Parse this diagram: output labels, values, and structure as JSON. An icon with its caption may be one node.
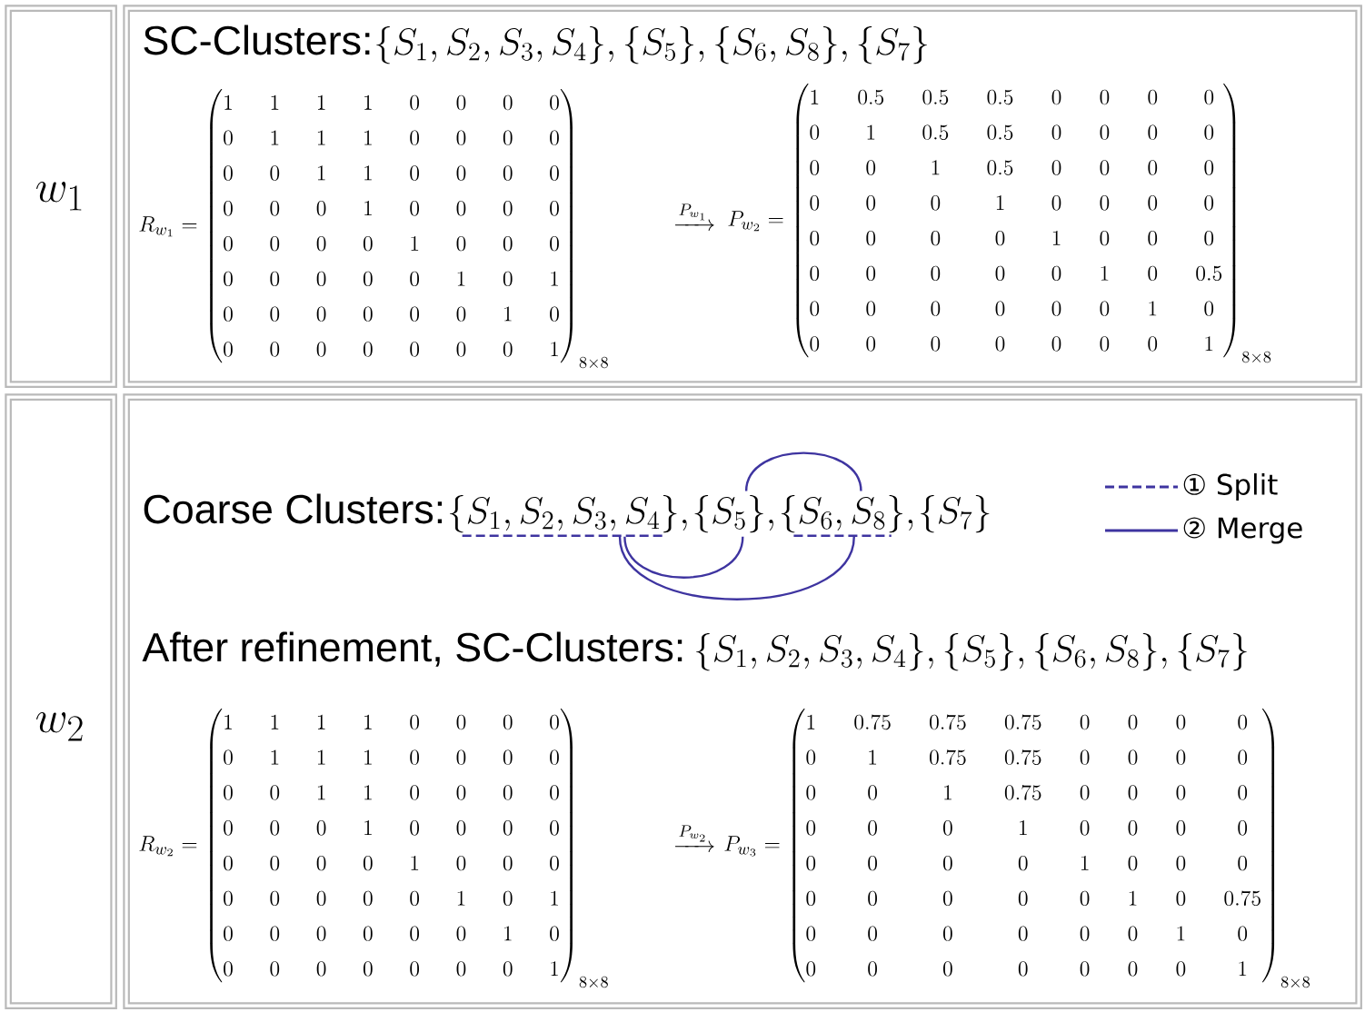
{
  "diagram": {
    "nodes": [
      {
        "text": [
          "w_1"
        ]
      },
      {
        "text": [
          "SC-Clusters:",
          "\\{S_1, S_2, S_3, S_4\\},\\{S_5\\},\\{S_6, S_8\\},\\{S_7\\}",
          "R_{w_1}=\\begin{pmatrix}1&1&1&1&0&0&0&0\\\\0&1&1&1&0&0&0&0\\\\0&0&1&1&0&0&0&0\\\\0&0&0&1&0&0&0&0\\\\0&0&0&0&1&0&0&0\\\\0&0&0&0&0&1&0&1\\\\0&0&0&0&0&0&1&0\\\\0&0&0&0&0&0&0&1\\end{pmatrix}_{8\\times 8}",
          "\\xrightarrow{P_{w_1}}",
          "P_{w_2}=\\begin{pmatrix}1&0.5&0.5&0.5&0&0&0&0\\\\0&1&0.5&0.5&0&0&0&0\\\\0&0&1&0.5&0&0&0&0\\\\0&0&0&1&0&0&0&0\\\\0&0&0&0&1&0&0&0\\\\0&0&0&0&0&1&0&0.5\\\\0&0&0&0&0&0&1&0\\\\0&0&0&0&0&0&0&1\\end{pmatrix}_{8\\times 8}"
        ]
      },
      {
        "text": [
          "w_2"
        ]
      },
      {
        "text": [
          "Coarse Clusters:",
          "After refinement, SC-Clusters:",
          "\\{S_1, S_2, S_3, S_4\\},\\{S_5\\},\\{S_6, S_8\\},\\{S_7\\}",
          "R_{w_2}=\\begin{pmatrix}1&1&1&1&0&0&0&0\\\\0&1&1&1&0&0&0&0\\\\0&0&1&1&0&0&0&0\\\\0&0&0&1&0&0&0&0\\\\0&0&0&0&1&0&0&0\\\\0&0&0&0&0&1&0&1\\\\0&0&0&0&0&0&1&0\\\\0&0&0&0&0&0&0&1\\end{pmatrix}_{8\\times 8}",
          "\\xrightarrow{P_{w_2}}",
          "P_{w_3}=\\begin{pmatrix}1&0.75&0.75&0.75&0&0&0&0\\\\0&1&0.75&0.75&0&0&0&0\\\\0&0&1&0.75&0&0&0&0\\\\0&0&0&1&0&0&0&0\\\\0&0&0&0&1&0&0&0\\\\0&0&0&0&0&1&0&0.75\\\\0&0&0&0&0&0&1&0\\\\0&0&0&0&0&0&0&1\\end{pmatrix}_{8\\times 8}"
        ]
      },
      {
        "text": [
          "\\{S_1, S_2, S_3, S_4\\},"
        ],
        "in": 3
      },
      {
        "text": [
          "\\{S_5\\},"
        ],
        "in": 3
      },
      {
        "text": [
          "\\{S_6, S_8\\},"
        ],
        "in": 3
      },
      {
        "text": [
          "\\{S_7\\}"
        ],
        "in": 3
      }
    ],
    "edges": [
      {
        "from": 4,
        "to": 5,
        "arrow": "none"
      },
      {
        "from": 4,
        "to": 6,
        "arrow": "none"
      },
      {
        "from": 5,
        "to": 6,
        "arrow": "none"
      }
    ],
    "legend": [
      {
        "text": "① Split"
      },
      {
        "text": "② Merge"
      }
    ]
  }
}
